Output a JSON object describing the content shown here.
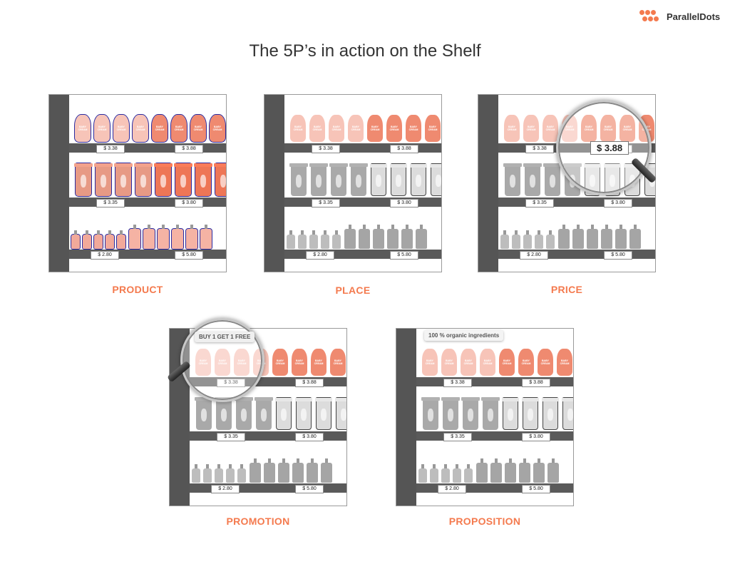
{
  "brand": {
    "name": "ParallelDots",
    "accent": "#f47a4e"
  },
  "title": "The 5P’s in action on the Shelf",
  "prices": {
    "top": [
      "$ 3.38",
      "$ 3.88"
    ],
    "middle": [
      "$ 3.35",
      "$ 3.80"
    ],
    "bottom": [
      "$ 2.80",
      "$ 5.80"
    ]
  },
  "product_label": "BABY CREAM",
  "panels": [
    {
      "id": "product",
      "caption": "PRODUCT"
    },
    {
      "id": "place",
      "caption": "PLACE"
    },
    {
      "id": "price",
      "caption": "PRICE",
      "zoom_text": "$ 3.88"
    },
    {
      "id": "promotion",
      "caption": "PROMOTION",
      "promo_text": "BUY 1 GET 1 FREE"
    },
    {
      "id": "proposition",
      "caption": "PROPOSITION",
      "note_text": "100 % organic ingredients"
    }
  ],
  "colors": {
    "light_pink": "#f7c4b8",
    "coral": "#ef8a70",
    "light_gray": "#d2d2d2",
    "mid_gray": "#a9a9a9",
    "shelf": "#5a5a5a"
  }
}
